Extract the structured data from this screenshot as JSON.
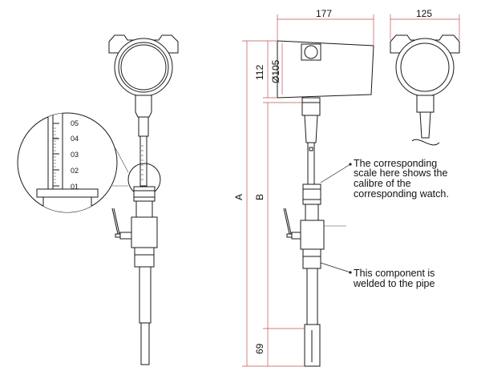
{
  "dimensions": {
    "width_177": "177",
    "width_125": "125",
    "height_112": "112",
    "diameter": "Ø105",
    "length_A": "A",
    "length_B": "B",
    "length_69": "69"
  },
  "scale_ticks": [
    "05",
    "04",
    "03",
    "02",
    "01"
  ],
  "notes": {
    "scale": [
      "The corresponding",
      "scale here shows the",
      "calibre of the",
      "corresponding watch."
    ],
    "weld": [
      "This component is",
      "welded to the pipe"
    ]
  }
}
